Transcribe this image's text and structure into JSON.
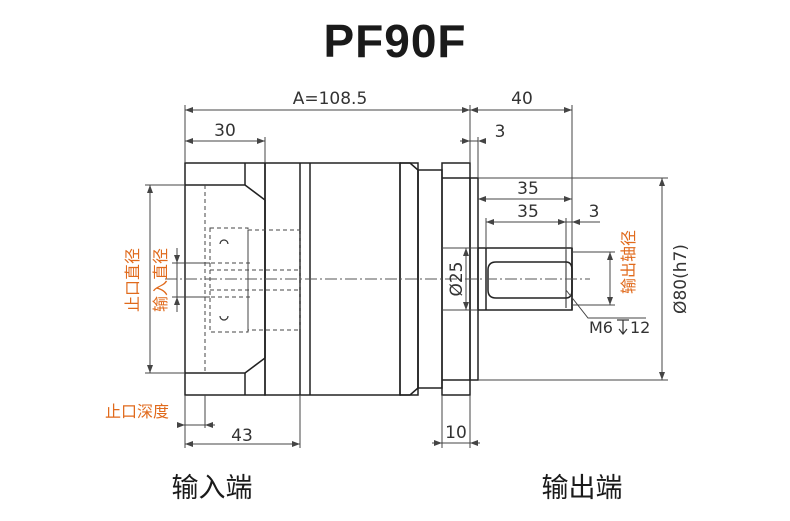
{
  "title": "PF90F",
  "dimensions": {
    "a_length": "A=108.5",
    "output_length": "40",
    "input_depth": "30",
    "flange_gap": "3",
    "shaft_len_total": "35",
    "key_len": "35",
    "key_offset": "3",
    "shaft_dia": "Ø25",
    "pilot_dia": "Ø80(h7)",
    "thread": "M6",
    "thread_depth": "12",
    "input_len": "43",
    "flange_thk": "10"
  },
  "labels": {
    "spigot_dia": "止口直径",
    "input_dia": "输入直径",
    "output_shaft_dia": "输出轴径",
    "spigot_depth": "止口深度"
  },
  "footer": {
    "input_end": "输入端",
    "output_end": "输出端"
  },
  "colors": {
    "line": "#222222",
    "dim_line": "#444444",
    "accent": "#e06a1c"
  }
}
